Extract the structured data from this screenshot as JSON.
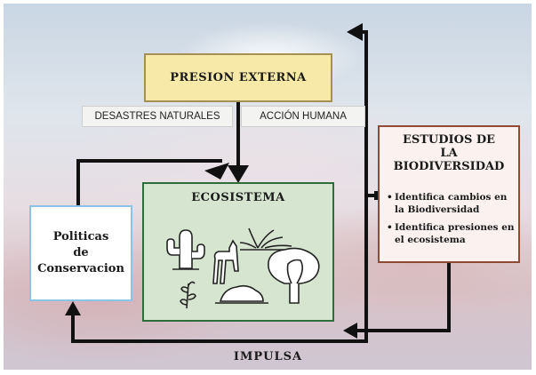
{
  "presion_externa": {
    "title": "PRESION EXTERNA"
  },
  "pressures": {
    "natural": "DESASTRES NATURALES",
    "human": "ACCIÓN HUMANA"
  },
  "ecosistema": {
    "title": "ECOSISTEMA",
    "icons": [
      "cactus-icon",
      "llama-icon",
      "agave-icon",
      "tree-icon",
      "herb-icon",
      "shrub-icon"
    ]
  },
  "politicas": {
    "line1": "Politicas",
    "line2": "de",
    "line3": "Conservacion"
  },
  "estudios": {
    "title_line1": "ESTUDIOS DE",
    "title_line2": "LA",
    "title_line3": "BIODIVERSIDAD",
    "items": [
      "Identifica cambios en la Biodiversidad",
      "Identifica presiones en el ecosistema"
    ]
  },
  "impulsa": "IMPULSA",
  "colors": {
    "presion_fill": "#f7e9a8",
    "eco_fill": "#d6e5cf",
    "eco_border": "#2f6c3b",
    "politicas_border": "#8cc2e6",
    "estudios_border": "#8e4a35"
  }
}
